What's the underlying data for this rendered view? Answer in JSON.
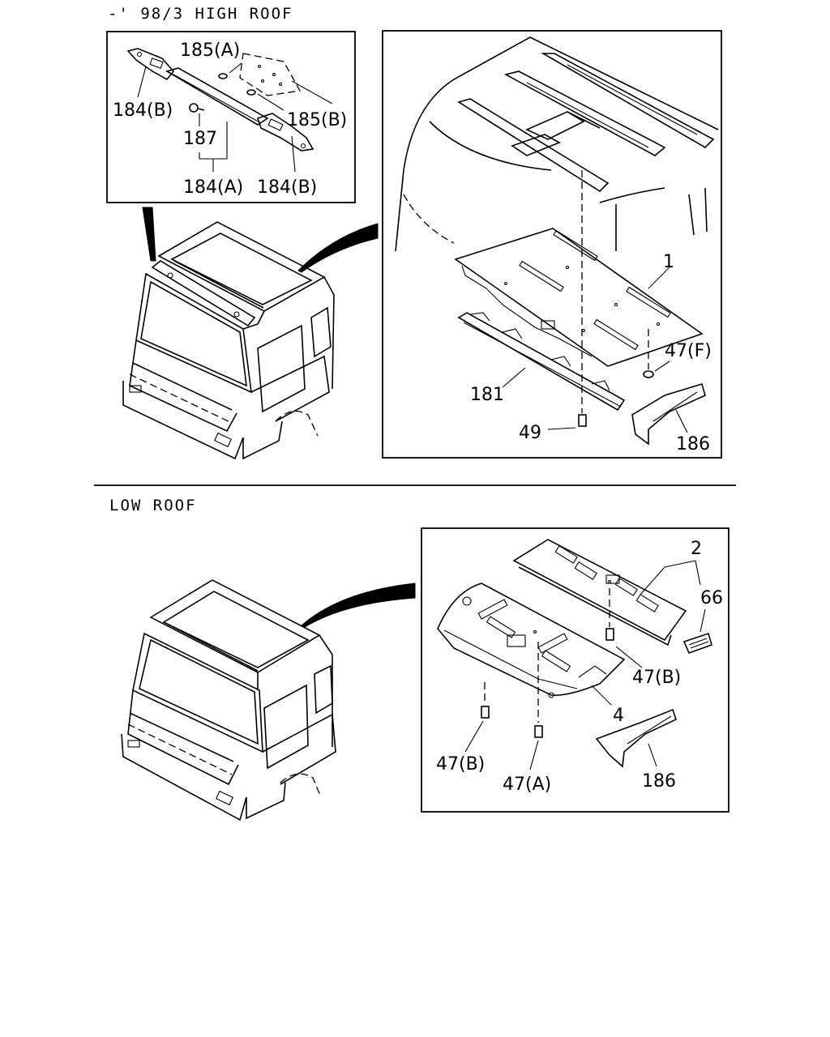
{
  "sections": {
    "high_roof_title": "-' 98/3 HIGH ROOF",
    "low_roof_title": "LOW ROOF"
  },
  "callouts": {
    "c185a": "185(A)",
    "c184b_left": "184(B)",
    "c185b": "185(B)",
    "c187": "187",
    "c184a": "184(A)",
    "c184b_right": "184(B)",
    "c1": "1",
    "c47f": "47(F)",
    "c181": "181",
    "c49": "49",
    "c186_top": "186",
    "c2": "2",
    "c66": "66",
    "c47b_right": "47(B)",
    "c4": "4",
    "c47b_left": "47(B)",
    "c47a": "47(A)",
    "c186_bottom": "186"
  }
}
